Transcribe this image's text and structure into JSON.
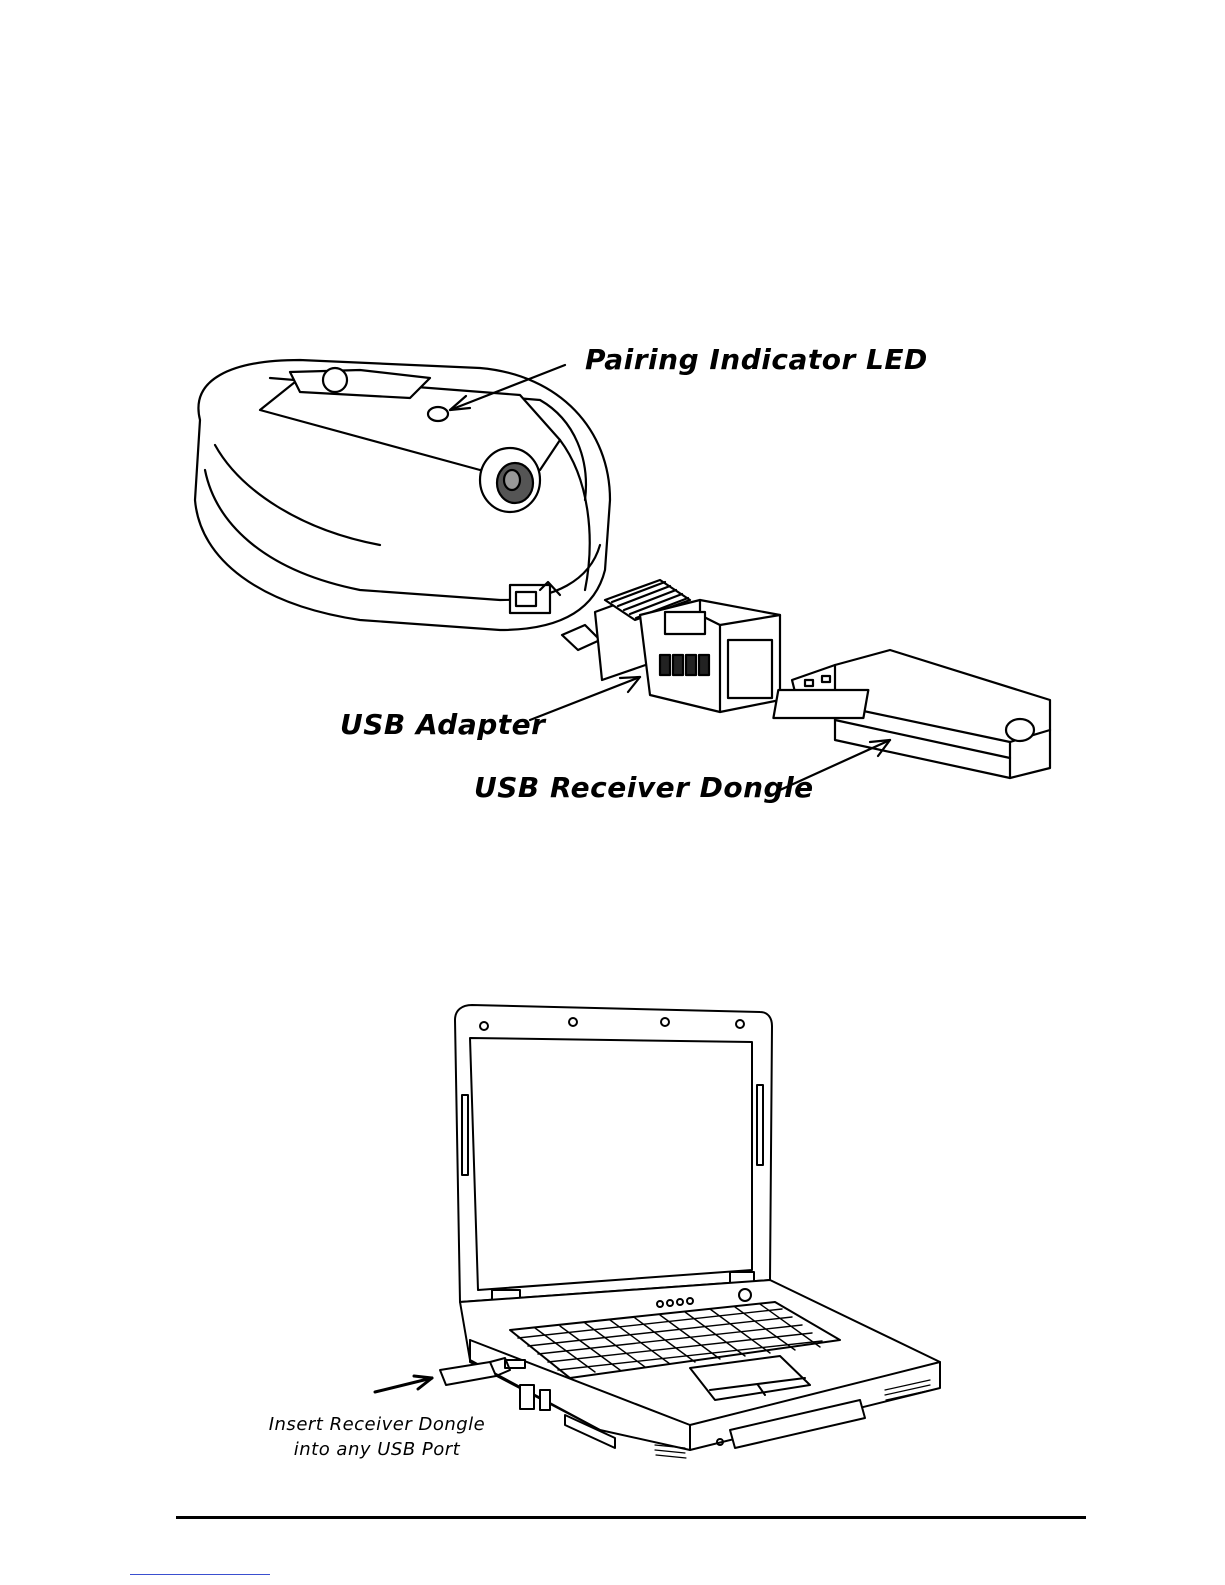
{
  "diagram_top": {
    "labels": {
      "pairing_led": "Pairing Indicator LED",
      "usb_adapter": "USB Adapter",
      "usb_dongle": "USB Receiver Dongle"
    }
  },
  "diagram_bottom": {
    "caption_line1": "Insert Receiver Dongle",
    "caption_line2": "into any USB Port"
  },
  "colors": {
    "ink": "#000000",
    "paper": "#ffffff",
    "link": "#3a4fd0"
  }
}
